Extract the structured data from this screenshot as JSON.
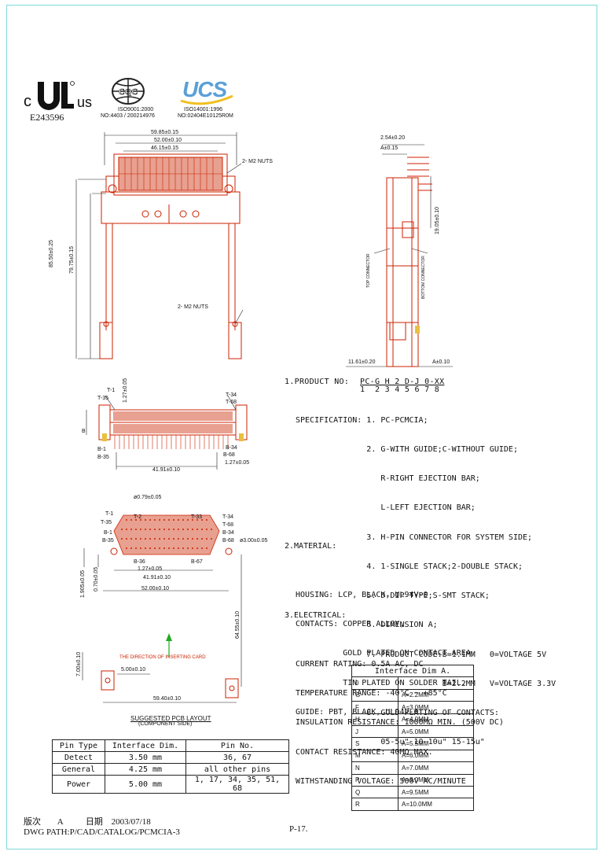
{
  "logos": {
    "ul_mark": "c",
    "ul_us": "us",
    "ul_cert": "E243596",
    "cqc_name": "CQC",
    "cqc_iso": "ISO9001:2000",
    "cqc_no": "NO:4403 / 200214976",
    "ucs_name": "UCS",
    "ucs_iso": "ISO14001:1996",
    "ucs_no": "NO:02404E10125R0M"
  },
  "top_view": {
    "dim_outer": "59.85±0.15",
    "dim_mid": "52.00±0.10",
    "dim_inner": "46.15±0.15",
    "nuts_top": "2- M2 NUTS",
    "nuts_bottom": "2- M2 NUTS",
    "dim_len1": "85.50±0.25",
    "dim_len2": "79.75±0.15"
  },
  "side_view": {
    "dim_a": "2.54±0.20",
    "dim_b": "A±0.15",
    "dim_height": "19.05±0.10",
    "top_label": "TOP CONNECTOR",
    "bottom_label": "BOTTOM CONNECTOR",
    "dim_left": "11.61±0.20",
    "dim_right": "A±0.10"
  },
  "front_view": {
    "labels": [
      "T-1",
      "T-35",
      "T-34",
      "T-68",
      "B-1",
      "B-35",
      "B-34",
      "B-68"
    ],
    "dim_pitch": "1.27±0.05",
    "dim_b": "B",
    "dim_width": "41.91±0.10",
    "dim_pitch2": "1.27±0.05"
  },
  "pcb_layout": {
    "hole_dim": "ø0.79±0.05",
    "labels": [
      "T-1",
      "T-2",
      "T-33",
      "T-34",
      "T-35",
      "T-68",
      "B-1",
      "B-35",
      "B-34",
      "B-68",
      "B-36",
      "B-67"
    ],
    "post_dim": "ø3.00±0.05",
    "dim_pitch": "1.27±0.05",
    "dim_width": "41.91±0.10",
    "dim_outer": "52.00±0.10",
    "dim_v1": "1.905±0.05",
    "dim_v2": "0.70±0.05",
    "dim_long": "64.55±0.10",
    "insert_note": "THE DIRECTION OF INSERTING CARD",
    "dim_7": "7.00±0.10",
    "dim_5": "5.00±0.10",
    "dim_59": "59.40±0.10",
    "caption1": "SUGGESTED PCB LAYOUT",
    "caption2": "(COMPONENT SIDE)"
  },
  "spec": {
    "product_no_label": "1.PRODUCT NO:",
    "product_no": "PC-G H 2 D-J 0-XX",
    "digits": "1  2 3 4 5 6 7 8",
    "lines": [
      "SPECIFICATION: 1. PC-PCMCIA;",
      "               2. G-WITH GUIDE;C-WITHOUT GUIDE;",
      "                  R-RIGHT EJECTION BAR;",
      "                  L-LEFT EJECTION BAR;",
      "               3. H-PIN CONNECTOR FOR SYSTEM SIDE;",
      "               4. 1-SINGLE STACK;2-DOUBLE STACK;",
      "               5. D-DIP TYPE;S-SMT STACK;",
      "               6. DIMENSION A;",
      "               7. PRODUCT CODE:B=1.1MM   0=VOLTAGE 5V",
      "                               B=2.2MM   V=VOLTAGE 3.3V",
      "               8. GOLD PLATING OF CONTACTS:",
      "                  05-5u\" 10-10u\" 15-15u\""
    ]
  },
  "material": {
    "title": "2.MATERIAL:",
    "lines": [
      "HOUSING: LCP, BLACK, UL94V-0",
      "CONTACTS: COPPER ALLOY,",
      "          GOLD PLATED ON CONTACT AREA,",
      "          TIN PLATED ON SOLDER TAIL.",
      "GUIDE: PBT, BLACK, UL94V-0"
    ]
  },
  "electrical": {
    "title": "3.ELECTRICAL:",
    "lines": [
      "CURRENT RATING: 0.5A AC, DC",
      "TEMPERATURE RANGE: -40°C ~ +85°C",
      "INSULATION RESISTANCE: 1000MΩ MIN. (500V DC)",
      "CONTACT RESISTANCE: 40MΩ MAX.",
      "WITHSTANDING VOLTAGE: 500V AC/MINUTE"
    ]
  },
  "pin_table": {
    "headers": [
      "Pin Type",
      "Interface Dim.",
      "Pin No."
    ],
    "rows": [
      [
        "Detect",
        "3.50 mm",
        "36, 67"
      ],
      [
        "General",
        "4.25 mm",
        "all other pins"
      ],
      [
        "Power",
        "5.00 mm",
        "1, 17, 34, 35, 51, 68"
      ]
    ]
  },
  "interface_table": {
    "header": "Interface Dim A.",
    "rows": [
      [
        "0",
        ""
      ],
      [
        "G",
        "A=2.2MM"
      ],
      [
        "F",
        "A=3.0MM"
      ],
      [
        "H",
        "A=4.0MM"
      ],
      [
        "J",
        "A=5.0MM"
      ],
      [
        "S",
        "A=5.5MM"
      ],
      [
        "M",
        "A=6.0MM"
      ],
      [
        "N",
        "A=7.0MM"
      ],
      [
        "P",
        "A=8.0MM"
      ],
      [
        "Q",
        "A=9.5MM"
      ],
      [
        "R",
        "A=10.0MM"
      ]
    ]
  },
  "footer": {
    "version_label": "版次",
    "version": "A",
    "date_label": "日期",
    "date": "2003/07/18",
    "path": "DWG PATH:P/CAD/CATALOG/PCMCIA-3",
    "page": "P-17."
  },
  "colors": {
    "drawing": "#cc2200",
    "line": "#222222",
    "frame": "#7fd8d8",
    "ul_red": "#111111",
    "ucs_blue": "#5aa0d8",
    "arrow": "#22aa22",
    "contact_fill": "#e8a090",
    "gold": "#e8c040"
  }
}
